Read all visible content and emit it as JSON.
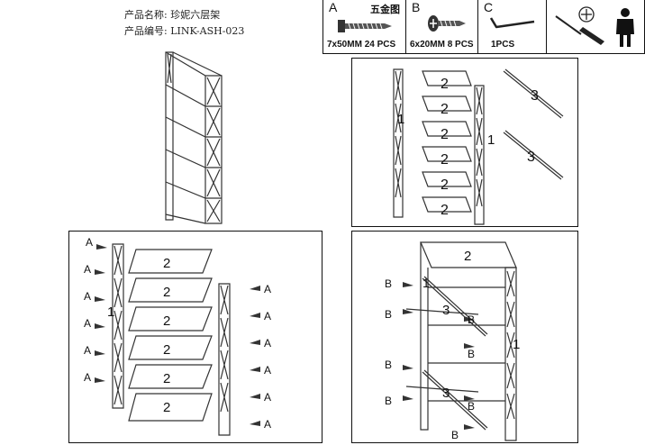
{
  "product": {
    "name_label": "产品名称:",
    "name_value": "珍妮六层架",
    "code_label": "产品编号:",
    "code_value": "LINK-ASH-023"
  },
  "hardware": {
    "title": "五金图",
    "items": [
      {
        "letter": "A",
        "size": "7x50MM",
        "qty": "24 PCS"
      },
      {
        "letter": "B",
        "size": "6x20MM",
        "qty": "8 PCS"
      },
      {
        "letter": "C",
        "size": "",
        "qty": "1PCS"
      }
    ]
  },
  "labels": {
    "side_frame": "1",
    "shelf": "2",
    "rod": "3",
    "screw_a": "A",
    "screw_b": "B"
  },
  "icons": [
    "screw-a-icon",
    "screw-b-icon",
    "allen-key-icon",
    "screwdriver-icon",
    "person-icon"
  ]
}
